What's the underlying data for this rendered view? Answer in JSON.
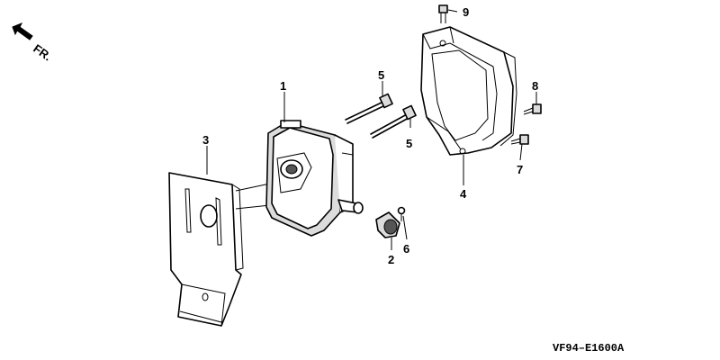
{
  "direction_label": "FR.",
  "diagram_code": "VF94–E1600A",
  "callouts": [
    {
      "id": "c1",
      "text": "1"
    },
    {
      "id": "c2",
      "text": "2"
    },
    {
      "id": "c3",
      "text": "3"
    },
    {
      "id": "c4",
      "text": "4"
    },
    {
      "id": "c5a",
      "text": "5"
    },
    {
      "id": "c5b",
      "text": "5"
    },
    {
      "id": "c6",
      "text": "6"
    },
    {
      "id": "c7",
      "text": "7"
    },
    {
      "id": "c8",
      "text": "8"
    },
    {
      "id": "c9",
      "text": "9"
    }
  ]
}
